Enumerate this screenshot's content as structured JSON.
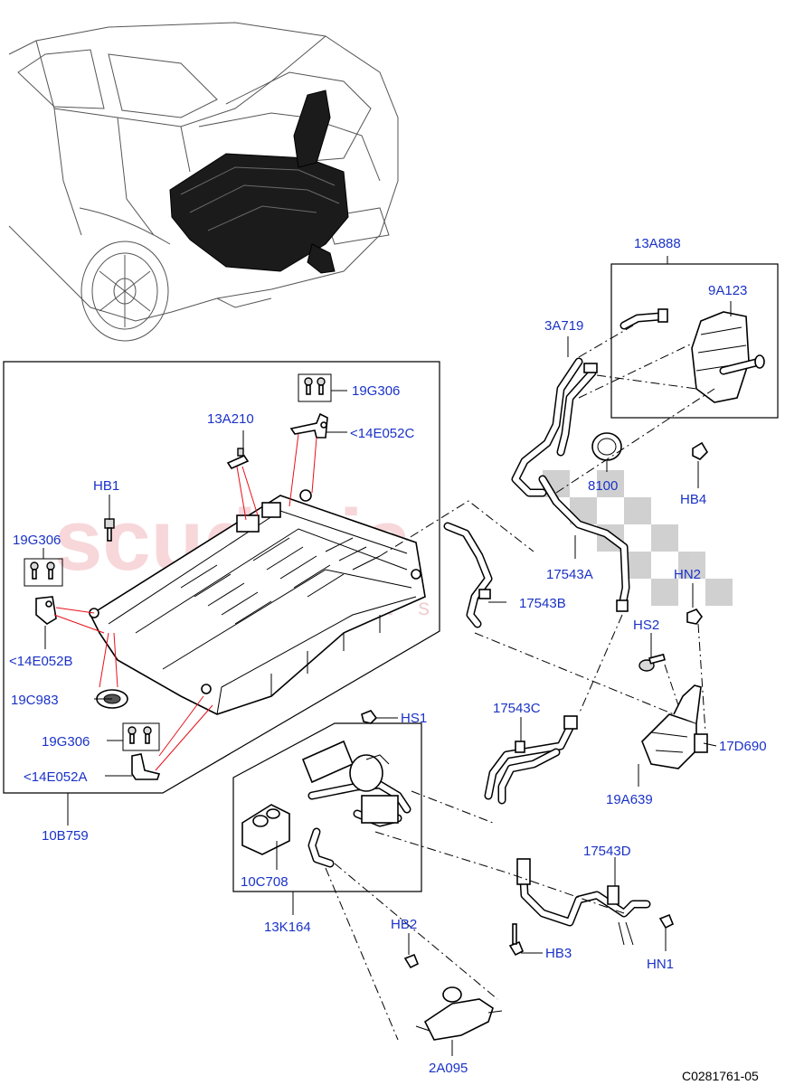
{
  "diagram_code": "C0281761-05",
  "watermark": {
    "main": "scuderia",
    "sub": "car parts"
  },
  "labels": {
    "p13A888": "13A888",
    "p9A123": "9A123",
    "p3A719": "3A719",
    "p8100": "8100",
    "pHB4": "HB4",
    "p17543A": "17543A",
    "p17543B": "17543B",
    "pHN2": "HN2",
    "pHS2": "HS2",
    "p17543C": "17543C",
    "p17D690": "17D690",
    "p19A639": "19A639",
    "pHS1": "HS1",
    "p17543D": "17543D",
    "p10C708": "10C708",
    "p13K164": "13K164",
    "pHB2": "HB2",
    "pHB3": "HB3",
    "pHN1": "HN1",
    "p2A095": "2A095",
    "p19G306_top": "19G306",
    "p14E052C": "<14E052C",
    "p13A210": "13A210",
    "pHB1": "HB1",
    "p19G306_left": "19G306",
    "p14E052B": "<14E052B",
    "p19C983": "19C983",
    "p19G306_bottom": "19G306",
    "p14E052A": "<14E052A",
    "p10B759": "10B759"
  },
  "colors": {
    "label": "#1a32c8",
    "leader_red": "#e8101a",
    "watermark": "#f2b8bd",
    "line": "#000000"
  }
}
